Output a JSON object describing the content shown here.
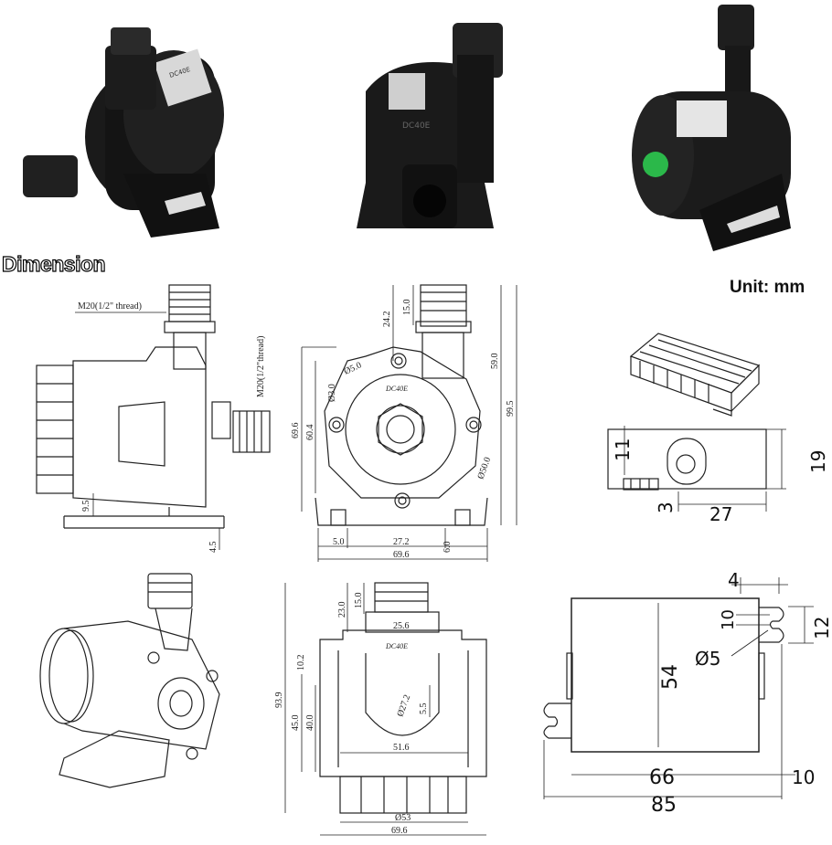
{
  "title": "Dimension",
  "unit": "Unit: mm",
  "photos": [
    {
      "label": "DC40E"
    },
    {
      "label": "DC40E"
    },
    {
      "label": ""
    }
  ],
  "side_view": {
    "thread_label_1": "M20(1/2\" thread)",
    "thread_label_2": "M20(1/2\"thread)",
    "d_9_5": "9.5",
    "d_4_5": "4.5"
  },
  "front_view": {
    "brand": "DC40E",
    "d_15": "15.0",
    "d_24_2": "24.2",
    "d_59": "59.0",
    "d_99_5": "99.5",
    "d_5_0": "Ø5.0",
    "d_3_0": "Ø3.0",
    "d_69_6v": "69.6",
    "d_60_4": "60.4",
    "d_50": "Ø50.0",
    "d_5_0b": "5.0",
    "d_27_2": "27.2",
    "d_6_0": "6.0",
    "d_69_6h": "69.6"
  },
  "bottom_view": {
    "brand": "DC40E",
    "d_23": "23.0",
    "d_15": "15.0",
    "d_25_6": "25.6",
    "d_10_2": "10.2",
    "d_93_9": "93.9",
    "d_45": "45.0",
    "d_40": "40.0",
    "d_27_2": "Ø27.2",
    "d_5_5": "5.5",
    "d_51_6": "51.6",
    "d_53": "Ø53",
    "d_69_6": "69.6"
  },
  "controller_side": {
    "d_11": "11",
    "d_19": "19",
    "d_3": "3",
    "d_27": "27"
  },
  "controller_top": {
    "d_4": "4",
    "d_10a": "10",
    "d_12": "12",
    "d_5": "Ø5",
    "d_54": "54",
    "d_66": "66",
    "d_10b": "10",
    "d_85": "85"
  }
}
